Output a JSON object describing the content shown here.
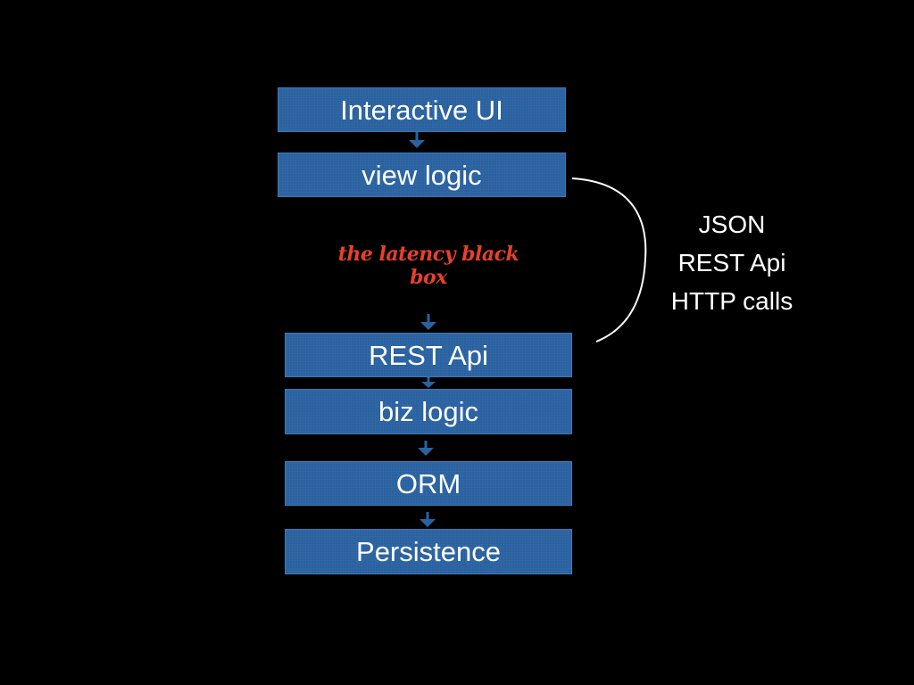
{
  "stack": {
    "interactive_ui": "Interactive UI",
    "view_logic": "view logic",
    "rest_api": "REST Api",
    "biz_logic": "biz logic",
    "orm": "ORM",
    "persistence": "Persistence"
  },
  "latency_label": "the latency black box",
  "connection": {
    "line1": "JSON",
    "line2": "REST Api",
    "line3": "HTTP calls"
  },
  "colors": {
    "background": "#000000",
    "box_fill": "#2a62a0",
    "arrow": "#2a62a0",
    "latency_text": "#e8402a",
    "connector": "#ffffff"
  }
}
